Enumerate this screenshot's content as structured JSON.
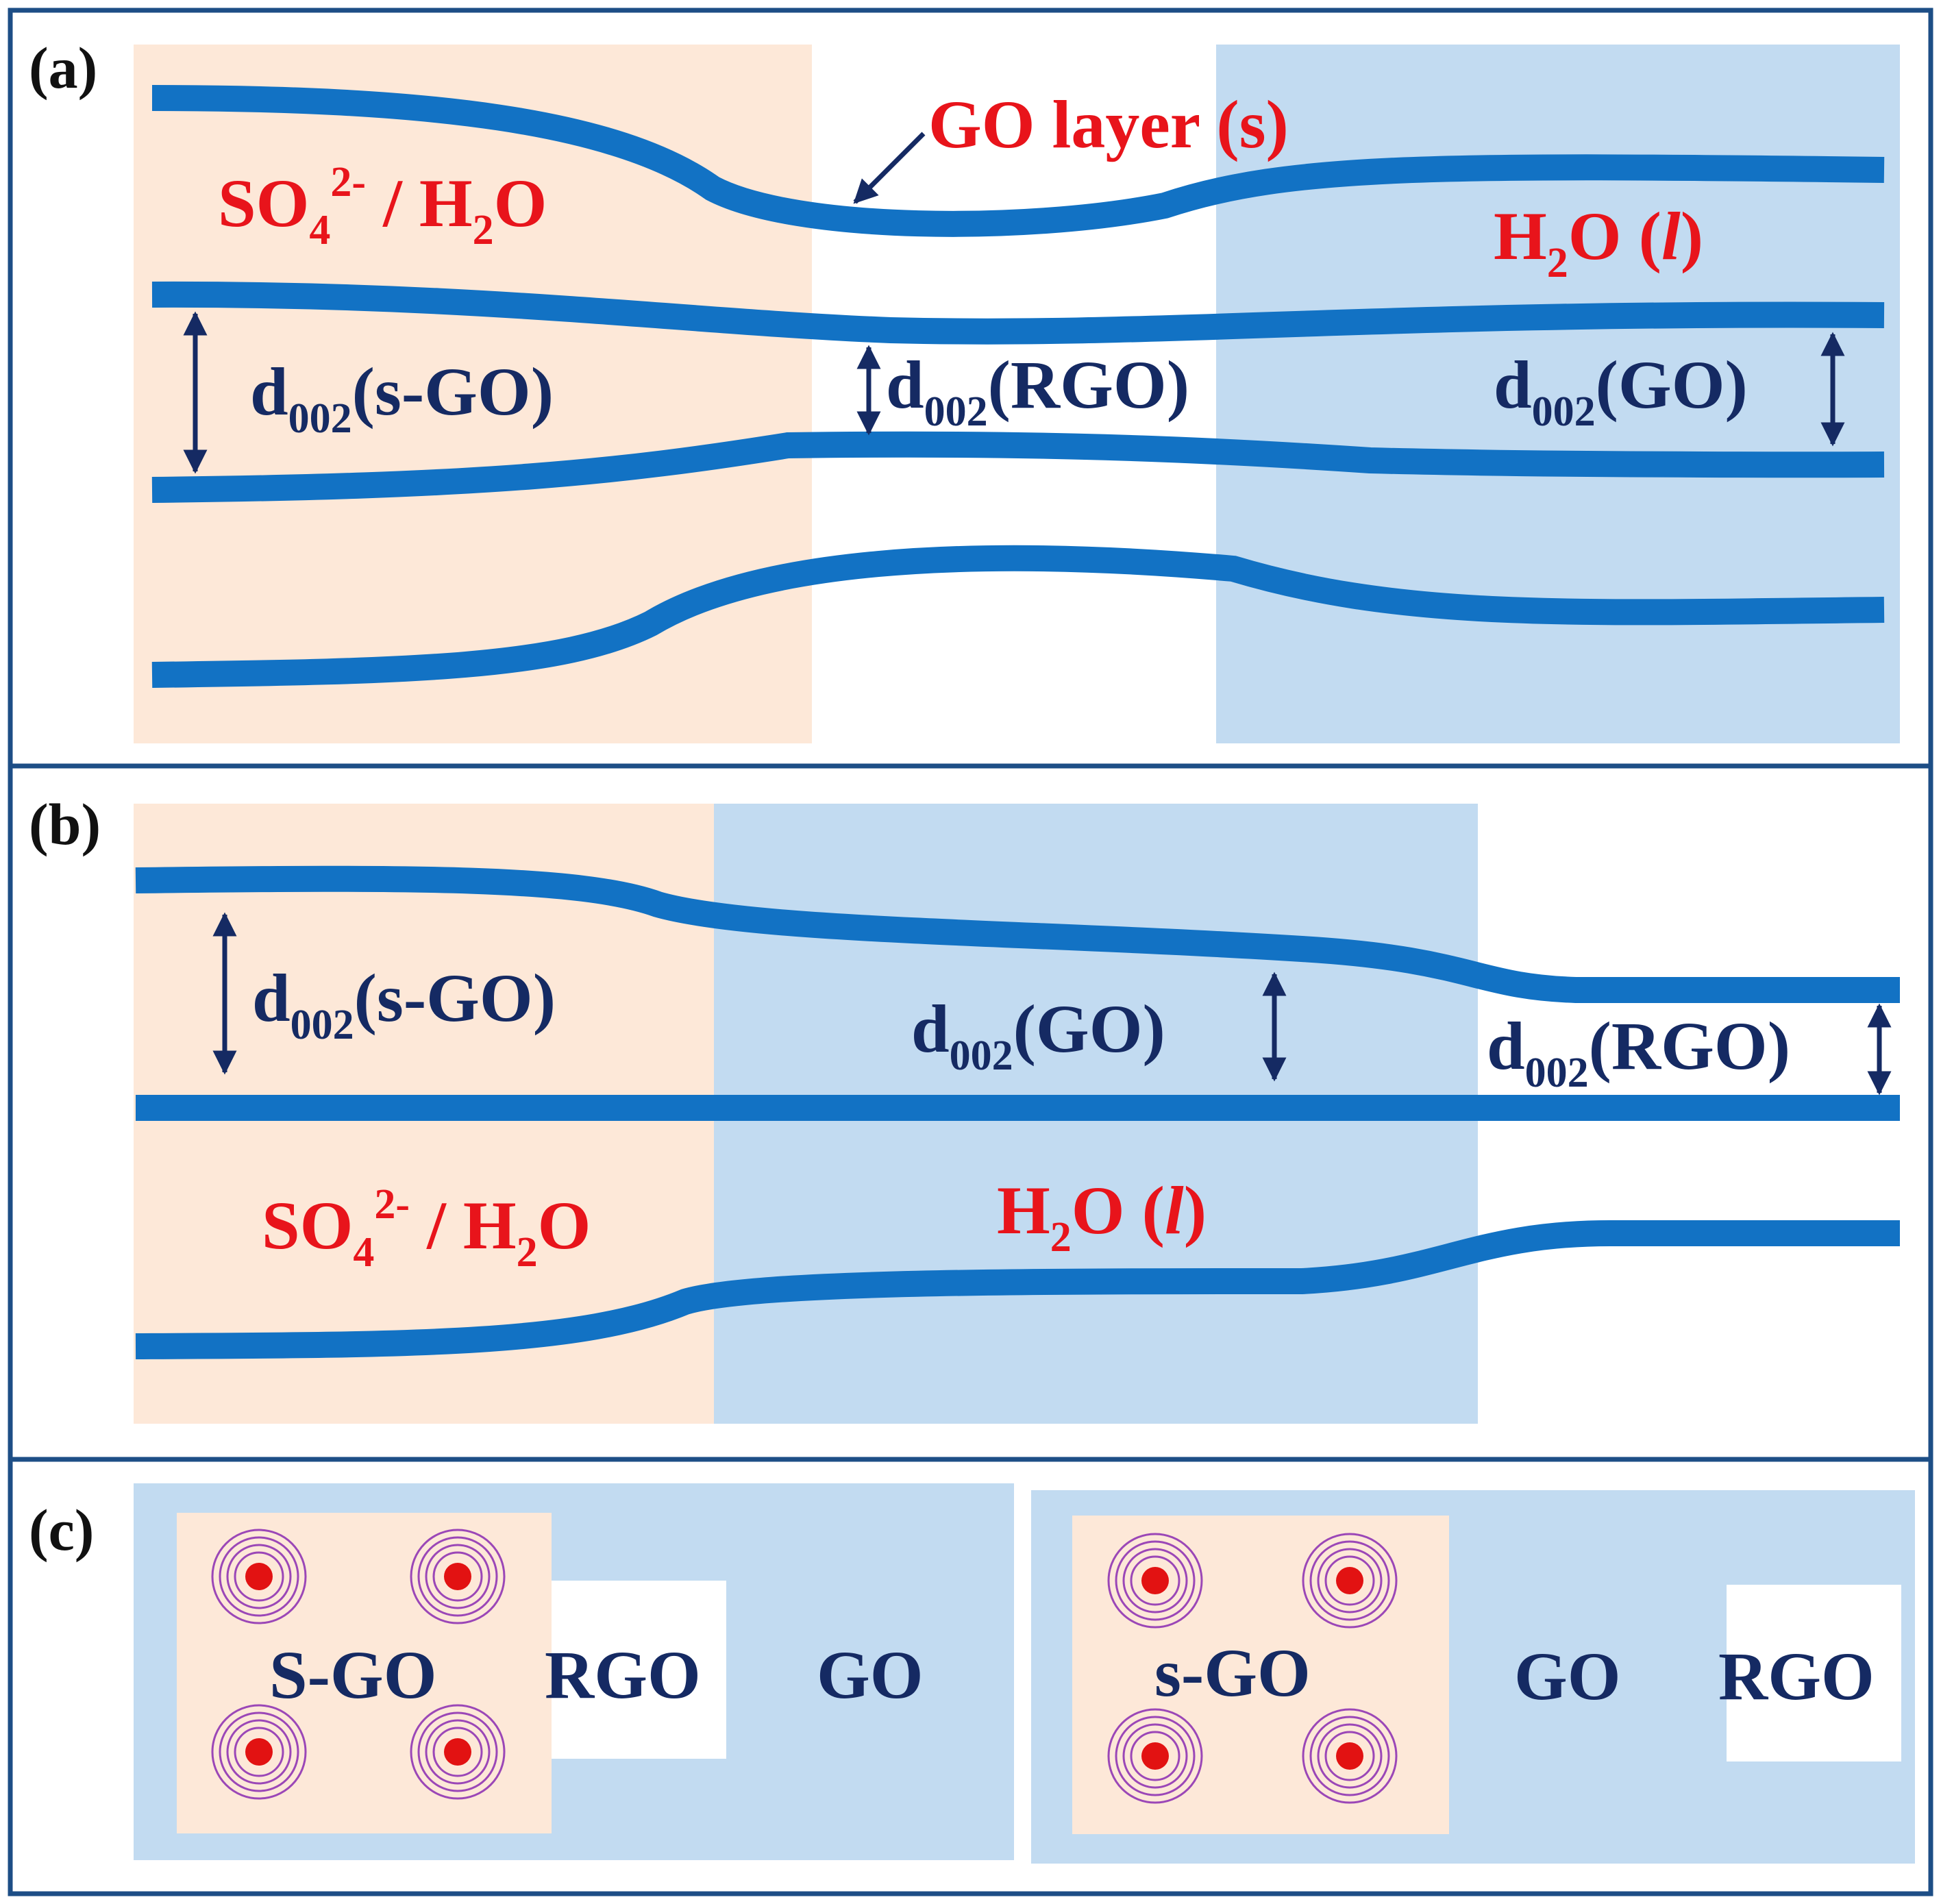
{
  "colors": {
    "frame": "#1d4e86",
    "layer": "#1272c4",
    "sulfate_region": "#fde8d8",
    "water_region": "#c2dbf1",
    "label_red": "#e8141b",
    "label_navy": "#152a63",
    "dot": "#e21212",
    "ring": "#9b47b7"
  },
  "panel_a": {
    "tag": "(a)",
    "go_layer": "GO layer (s)",
    "sulfate": {
      "main": "SO",
      "sub": "4",
      "sup": "2-",
      "rest": " / H",
      "sub2": "2",
      "end": "O"
    },
    "water": {
      "main": "H",
      "sub": "2",
      "rest": "O (",
      "ital": "l",
      "end": ")"
    },
    "d_sgo": {
      "d": "d",
      "sub": "002",
      "rest": "(s-GO)"
    },
    "d_rgo": {
      "d": "d",
      "sub": "002",
      "rest": "(RGO)"
    },
    "d_go": {
      "d": "d",
      "sub": "002",
      "rest": "(GO)"
    }
  },
  "panel_b": {
    "tag": "(b)",
    "sulfate": {
      "main": "SO",
      "sub": "4",
      "sup": "2-",
      "rest": " / H",
      "sub2": "2",
      "end": "O"
    },
    "water": {
      "main": "H",
      "sub": "2",
      "rest": "O (",
      "ital": "l",
      "end": ")"
    },
    "d_sgo": {
      "d": "d",
      "sub": "002",
      "rest": "(s-GO)"
    },
    "d_go": {
      "d": "d",
      "sub": "002",
      "rest": "(GO)"
    },
    "d_rgo": {
      "d": "d",
      "sub": "002",
      "rest": "(RGO)"
    }
  },
  "panel_c": {
    "tag": "(c)",
    "left": {
      "sgo": "S-GO",
      "rgo": "RGO",
      "go": "GO"
    },
    "right": {
      "sgo": "s-GO",
      "go": "GO",
      "rgo": "RGO"
    }
  }
}
